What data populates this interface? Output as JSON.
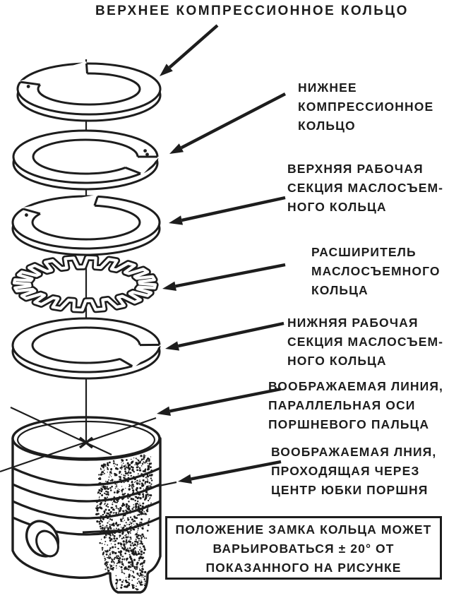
{
  "title": "ВЕРХНЕЕ КОМПРЕССИОННОЕ КОЛЬЦО",
  "labels": [
    {
      "id": "lower-compression-ring",
      "lines": [
        "НИЖНЕЕ",
        "КОМПРЕССИОННОЕ",
        "КОЛЬЦО"
      ]
    },
    {
      "id": "upper-oil-rail",
      "lines": [
        "ВЕРХНЯЯ РАБОЧАЯ",
        "СЕКЦИЯ МАСЛОСЪЕМ-",
        "НОГО КОЛЬЦА"
      ]
    },
    {
      "id": "oil-ring-expander",
      "lines": [
        "РАСШИРИТЕЛЬ",
        "МАСЛОСЪЕМНОГО",
        "КОЛЬЦА"
      ]
    },
    {
      "id": "lower-oil-rail",
      "lines": [
        "НИЖНЯЯ РАБОЧАЯ",
        "СЕКЦИЯ МАСЛОСЪЕМ-",
        "НОГО КОЛЬЦА"
      ]
    },
    {
      "id": "pin-axis-line",
      "lines": [
        "ВООБРАЖАЕМАЯ ЛИНИЯ,",
        "ПАРАЛЛЕЛЬНАЯ ОСИ",
        "ПОРШНЕВОГО ПАЛЬЦА"
      ]
    },
    {
      "id": "skirt-center-line",
      "lines": [
        "ВООБРАЖАЕМАЯ ЛНИЯ,",
        "ПРОХОДЯЩАЯ ЧЕРЕЗ",
        "ЦЕНТР ЮБКИ ПОРШНЯ"
      ]
    }
  ],
  "note_box": {
    "lines": [
      "ПОЛОЖЕНИЕ ЗАМКА КОЛЬЦА МОЖЕТ",
      "ВАРЬИРОВАТЬСЯ  ± 20° ОТ",
      "ПОКАЗАННОГО НА РИСУНКЕ"
    ]
  },
  "colors": {
    "ink": "#1d1d1d",
    "background": "#ffffff"
  }
}
